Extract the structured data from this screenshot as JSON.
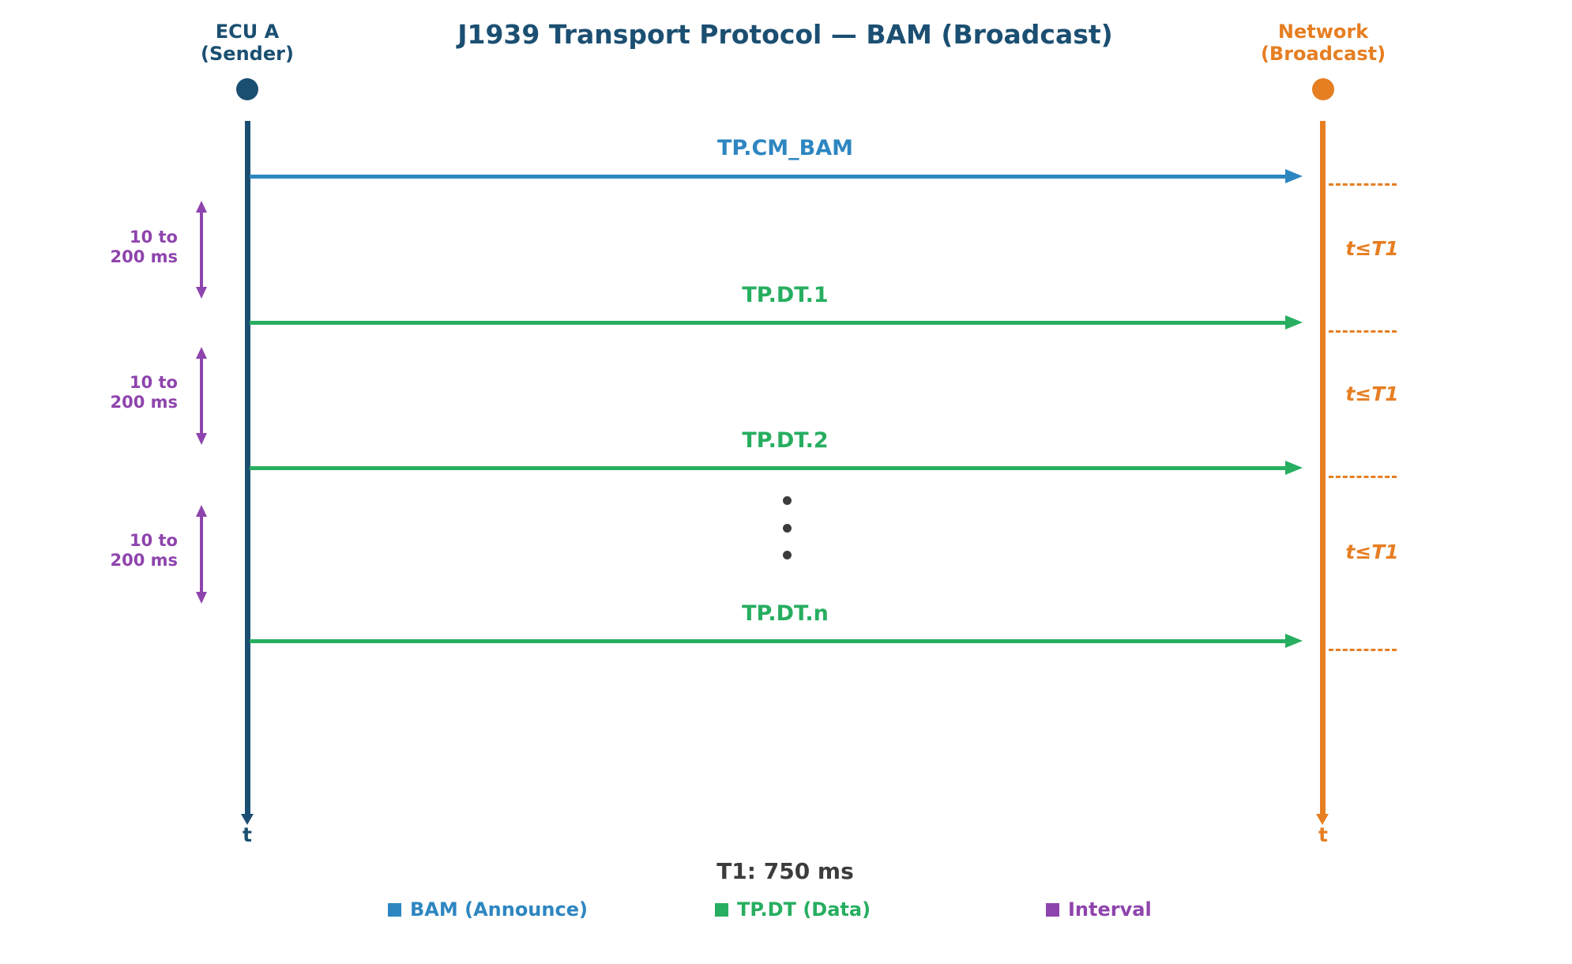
{
  "title": "J1939 Transport Protocol — BAM (Broadcast)",
  "colors": {
    "dark_blue": "#1b4f72",
    "blue": "#2e86c1",
    "green": "#27ae60",
    "orange": "#e67e22",
    "purple": "#8e44ad",
    "gray": "#3c3c3c"
  },
  "lifelines": [
    {
      "name": "ECU A",
      "role": "(Sender)",
      "axis_label": "t"
    },
    {
      "name": "Network",
      "role": "(Broadcast)",
      "axis_label": "t"
    }
  ],
  "messages": [
    {
      "label": "TP.CM_BAM",
      "kind": "bam"
    },
    {
      "label": "TP.DT.1",
      "kind": "data"
    },
    {
      "label": "TP.DT.2",
      "kind": "data"
    },
    {
      "label": "TP.DT.n",
      "kind": "data"
    }
  ],
  "intervals": [
    {
      "line1": "10 to",
      "line2": "200 ms"
    },
    {
      "line1": "10 to",
      "line2": "200 ms"
    },
    {
      "line1": "10 to",
      "line2": "200 ms"
    }
  ],
  "timer_labels": [
    "t≤T1",
    "t≤T1",
    "t≤T1"
  ],
  "timer_note": "T1: 750 ms",
  "legend": [
    {
      "label": "BAM (Announce)"
    },
    {
      "label": "TP.DT (Data)"
    },
    {
      "label": "Interval"
    }
  ]
}
